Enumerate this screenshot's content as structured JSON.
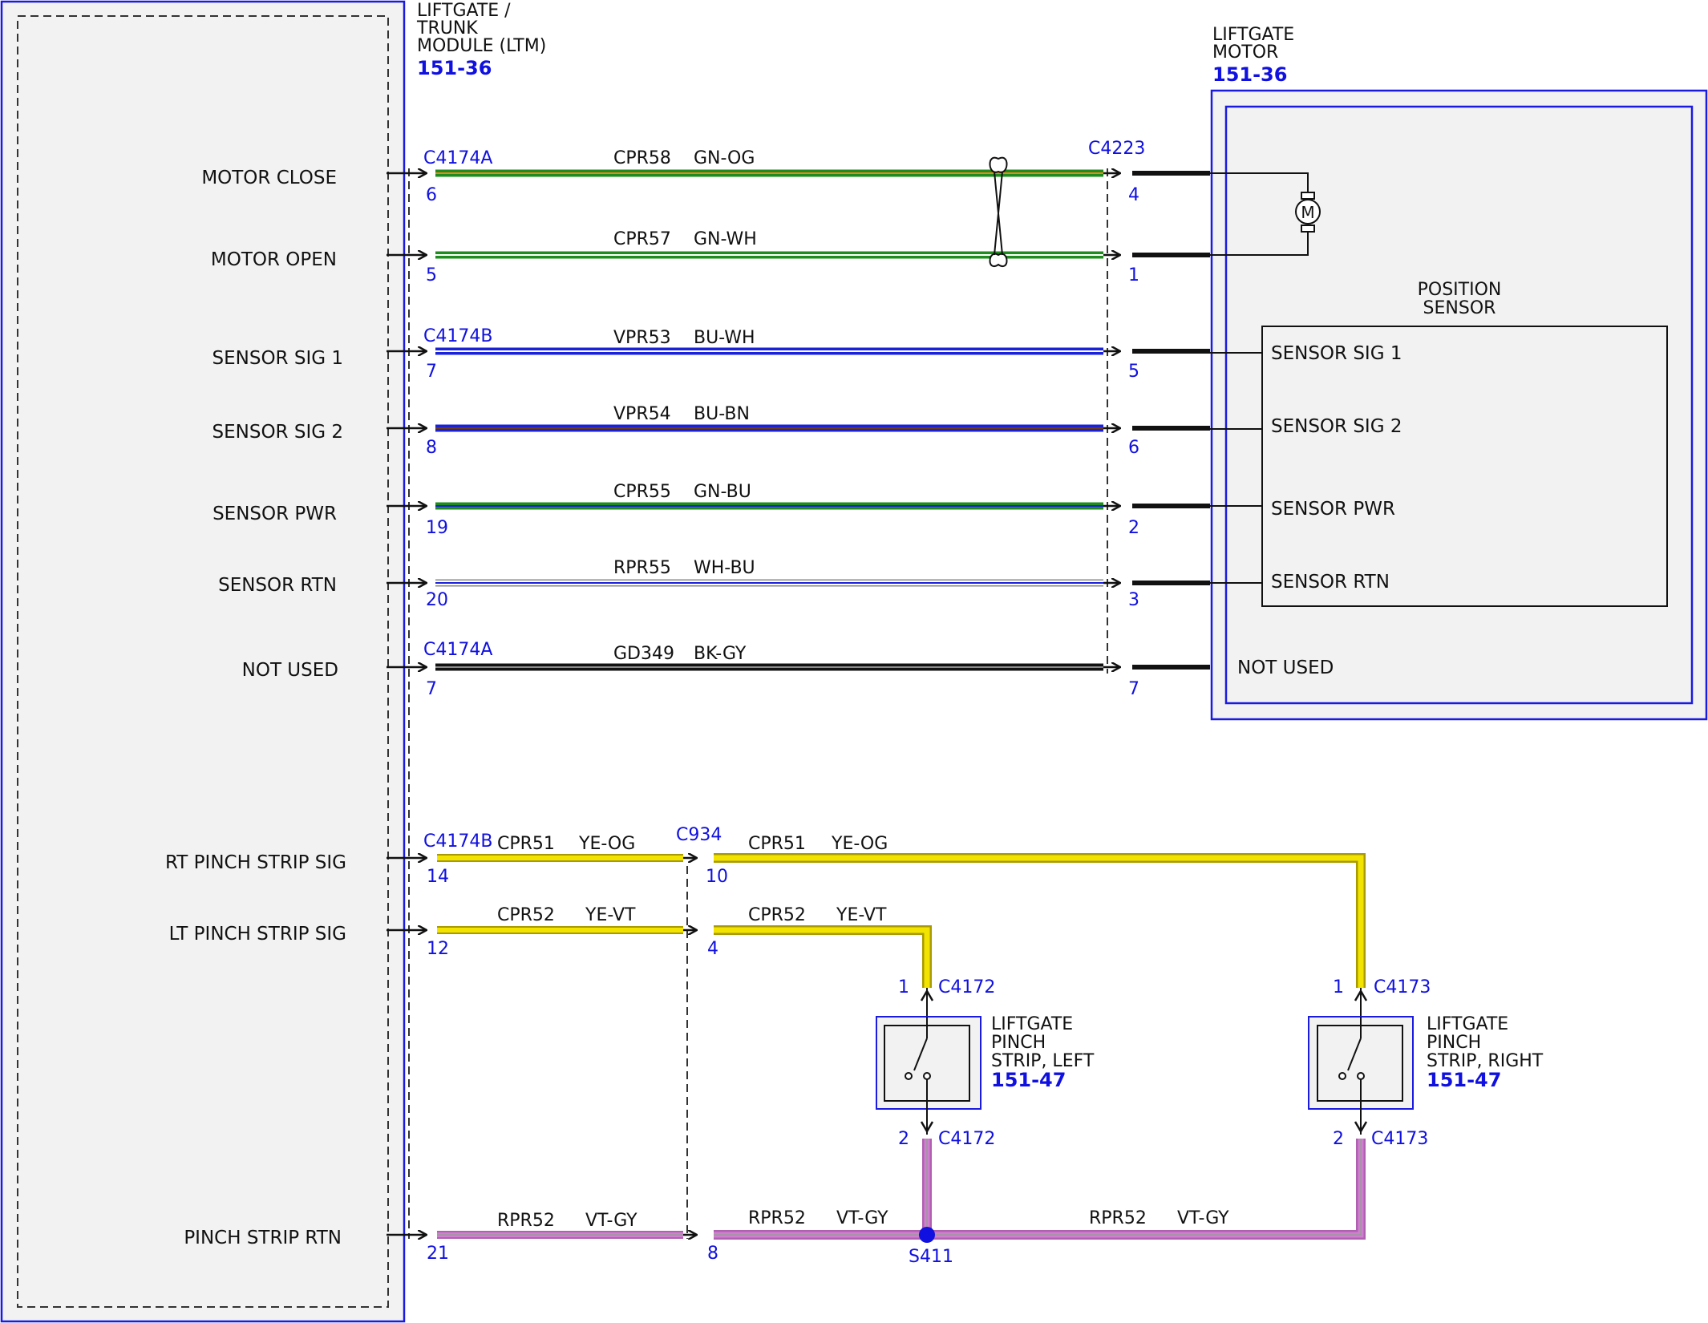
{
  "ltm": {
    "title": [
      "LIFTGATE /",
      "TRUNK",
      "MODULE (LTM)"
    ],
    "ref": "151-36",
    "signals": [
      "MOTOR CLOSE",
      "MOTOR OPEN",
      "SENSOR SIG 1",
      "SENSOR SIG 2",
      "SENSOR PWR",
      "SENSOR RTN",
      "NOT USED",
      "RT PINCH STRIP SIG",
      "LT PINCH STRIP SIG",
      "PINCH STRIP RTN"
    ]
  },
  "motor": {
    "title": [
      "LIFTGATE",
      "MOTOR"
    ],
    "ref": "151-36",
    "symbol": "M",
    "position_sensor_title": [
      "POSITION",
      "SENSOR"
    ],
    "sensor_pins": [
      "SENSOR SIG 1",
      "SENSOR SIG 2",
      "SENSOR PWR",
      "SENSOR RTN"
    ],
    "not_used": "NOT USED"
  },
  "connectors": {
    "c4174a": "C4174A",
    "c4174b": "C4174B",
    "c4223": "C4223",
    "c934": "C934",
    "c4172": "C4172",
    "c4173": "C4173",
    "s411": "S411"
  },
  "upper_wires": [
    {
      "circuit": "CPR58",
      "color": "GN-OG",
      "ltm_pin": "6",
      "motor_pin": "4",
      "base": "#1e8c1e",
      "stripe": "#e88a1a"
    },
    {
      "circuit": "CPR57",
      "color": "GN-WH",
      "ltm_pin": "5",
      "motor_pin": "1",
      "base": "#1e8c1e",
      "stripe": "#ffffff"
    },
    {
      "circuit": "VPR53",
      "color": "BU-WH",
      "ltm_pin": "7",
      "motor_pin": "5",
      "base": "#1a22d8",
      "stripe": "#ffffff"
    },
    {
      "circuit": "VPR54",
      "color": "BU-BN",
      "ltm_pin": "8",
      "motor_pin": "6",
      "base": "#1a22d8",
      "stripe": "#6b3a1a"
    },
    {
      "circuit": "CPR55",
      "color": "GN-BU",
      "ltm_pin": "19",
      "motor_pin": "2",
      "base": "#1e8c1e",
      "stripe": "#1a22d8"
    },
    {
      "circuit": "RPR55",
      "color": "WH-BU",
      "ltm_pin": "20",
      "motor_pin": "3",
      "base": "#ffffff",
      "stripe": "#1a22d8"
    },
    {
      "circuit": "GD349",
      "color": "BK-GY",
      "ltm_pin": "7",
      "motor_pin": "7",
      "base": "#111111",
      "stripe": "#8a8a8a"
    }
  ],
  "pinch_wires": {
    "rt": {
      "circuit": "CPR51",
      "color": "YE-OG",
      "ltm_pin": "14",
      "c934_pin": "10",
      "sensor_pin": "1"
    },
    "lt": {
      "circuit": "CPR52",
      "color": "YE-VT",
      "ltm_pin": "12",
      "c934_pin": "4",
      "sensor_pin": "1"
    },
    "rtn": {
      "circuit": "RPR52",
      "color": "VT-GY",
      "ltm_pin": "21",
      "c934_pin": "8",
      "sensor_pin": "2"
    }
  },
  "pinch_left": {
    "title": [
      "LIFTGATE",
      "PINCH",
      "STRIP, LEFT"
    ],
    "ref": "151-47"
  },
  "pinch_right": {
    "title": [
      "LIFTGATE",
      "PINCH",
      "STRIP, RIGHT"
    ],
    "ref": "151-47"
  },
  "colors": {
    "component_fill": "#f2f2f2",
    "module_outline": "#1a1ae0",
    "yellow": "#f2e400",
    "yellow_edge": "#a89a00",
    "violet": "#d07ed0",
    "violet_stripe": "#9a9a9a",
    "splice": "#1010e0"
  }
}
